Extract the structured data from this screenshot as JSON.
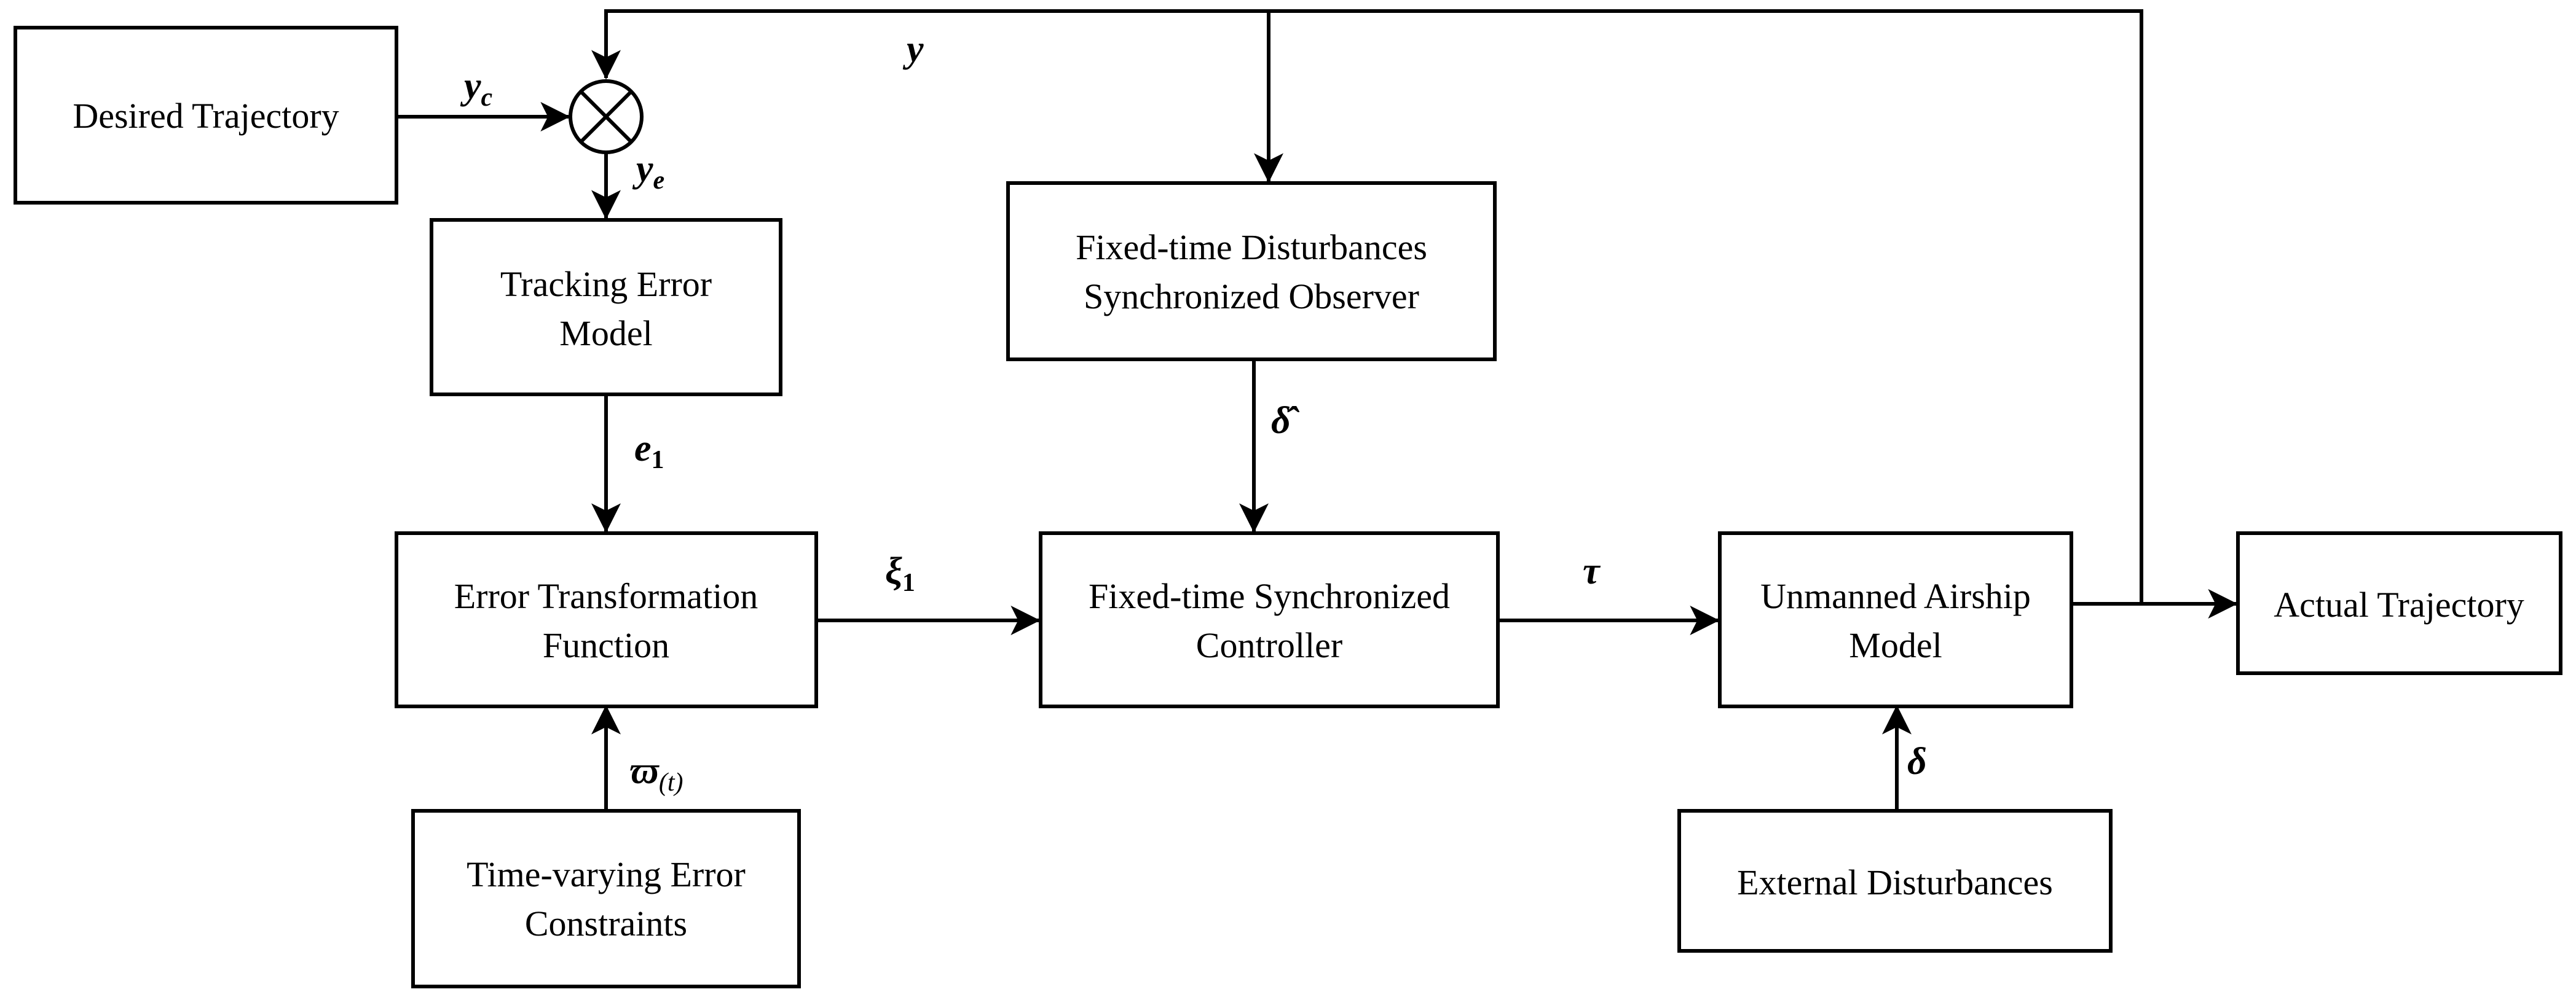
{
  "blocks": {
    "desired_trajectory": "Desired Trajectory",
    "tracking_error_model": [
      "Tracking Error",
      "Model"
    ],
    "error_transformation": [
      "Error Transformation",
      "Function"
    ],
    "time_varying_constraints": [
      "Time-varying Error",
      "Constraints"
    ],
    "observer": [
      "Fixed-time Disturbances",
      "Synchronized Observer"
    ],
    "controller": [
      "Fixed-time Synchronized",
      "Controller"
    ],
    "airship_model": [
      "Unmanned Airship",
      "Model"
    ],
    "external_disturbances": "External Disturbances",
    "actual_trajectory": "Actual Trajectory"
  },
  "signals": {
    "y": "y",
    "yc": {
      "base": "y",
      "sub": "c"
    },
    "ye": {
      "base": "y",
      "sub": "e"
    },
    "e1": {
      "base": "e",
      "sub": "1"
    },
    "xi1": {
      "base": "ξ",
      "sub": "1"
    },
    "delta_hat": "δ̂",
    "tau": "τ",
    "varpi": {
      "base": "ϖ",
      "sub": "(t)"
    },
    "delta": "δ"
  }
}
